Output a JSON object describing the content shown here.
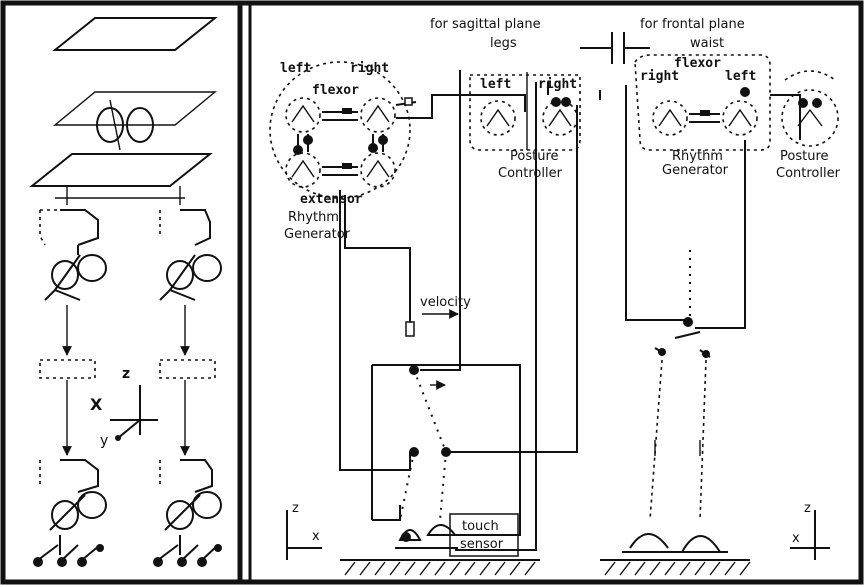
{
  "labels": {
    "left": "left",
    "right": "right",
    "flexor": "flexor",
    "extensor": "extensor",
    "rhythm_generator_1": "Rhythm",
    "rhythm_generator_2": "Generator",
    "posture_controller_1": "Posture",
    "posture_controller_2": "Controller",
    "sagittal_1": "for sagittal plane",
    "sagittal_2": "legs",
    "frontal_1": "for frontal plane",
    "frontal_2": "waist",
    "velocity": "velocity",
    "touch_1": "touch",
    "touch_2": "sensor",
    "axis_z": "z",
    "axis_x": "x",
    "axis_X": "X",
    "axis_y": "y"
  },
  "colors": {
    "ink": "#111111",
    "background": "#ffffff"
  },
  "icons": [
    "ground-hatching-icon",
    "capacitor-separator-icon",
    "motor-cylinder-icon",
    "foot-icon"
  ]
}
